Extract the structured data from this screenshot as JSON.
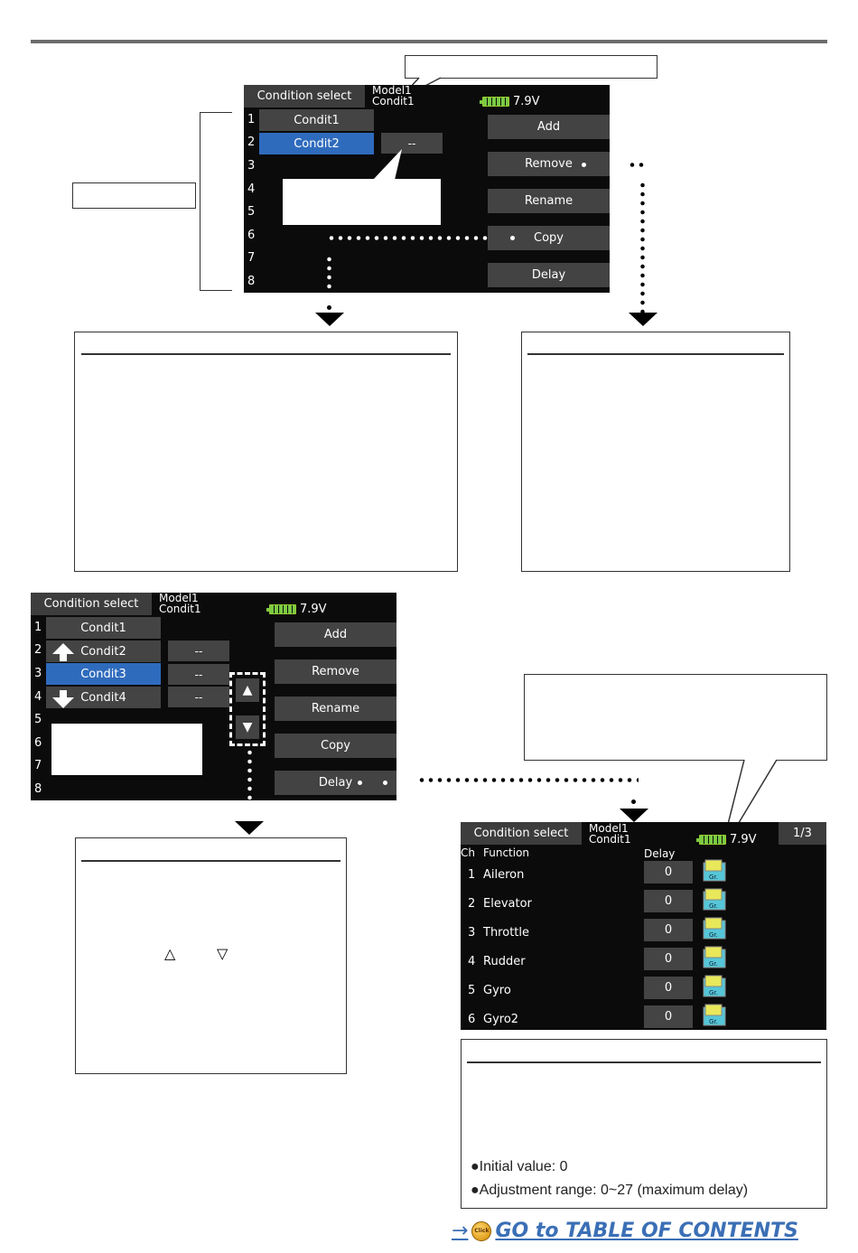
{
  "screen1": {
    "title": "Condition select",
    "model_name": "Model1",
    "condition_name": "Condit1",
    "battery": "7.9V",
    "rows": [
      "1",
      "2",
      "3",
      "4",
      "5",
      "6",
      "7",
      "8"
    ],
    "conditions": [
      "Condit1",
      "Condit2"
    ],
    "selected_condition": "Condit2",
    "dash": "--",
    "buttons": [
      "Add",
      "Remove",
      "Rename",
      "Copy",
      "Delay"
    ]
  },
  "screen2": {
    "title": "Condition select",
    "model_name": "Model1",
    "condition_name": "Condit1",
    "battery": "7.9V",
    "rows": [
      "1",
      "2",
      "3",
      "4",
      "5",
      "6",
      "7",
      "8"
    ],
    "conditions": [
      "Condit1",
      "Condit2",
      "Condit3",
      "Condit4"
    ],
    "selected_condition": "Condit3",
    "dash": "--",
    "buttons": [
      "Add",
      "Remove",
      "Rename",
      "Copy",
      "Delay"
    ],
    "up_arrow": "▲",
    "down_arrow": "▼"
  },
  "priority_box": {
    "symbols": [
      "△",
      "▽"
    ]
  },
  "delay_screen": {
    "title": "Condition select",
    "model_name": "Model1",
    "condition_name": "Condit1",
    "battery": "7.9V",
    "page": "1/3",
    "col_ch": "Ch",
    "col_function": "Function",
    "col_delay": "Delay",
    "rows": [
      {
        "ch": "1",
        "function": "Aileron",
        "delay": "0"
      },
      {
        "ch": "2",
        "function": "Elevator",
        "delay": "0"
      },
      {
        "ch": "3",
        "function": "Throttle",
        "delay": "0"
      },
      {
        "ch": "4",
        "function": "Rudder",
        "delay": "0"
      },
      {
        "ch": "5",
        "function": "Gyro",
        "delay": "0"
      },
      {
        "ch": "6",
        "function": "Gyro2",
        "delay": "0"
      }
    ],
    "gr_label": "Gr."
  },
  "delay_box": {
    "initial": "●Initial value: 0",
    "range": "●Adjustment range: 0~27 (maximum delay)"
  },
  "toc": {
    "arrow": "→",
    "click": "Click",
    "label": "GO to TABLE OF CONTENTS"
  }
}
